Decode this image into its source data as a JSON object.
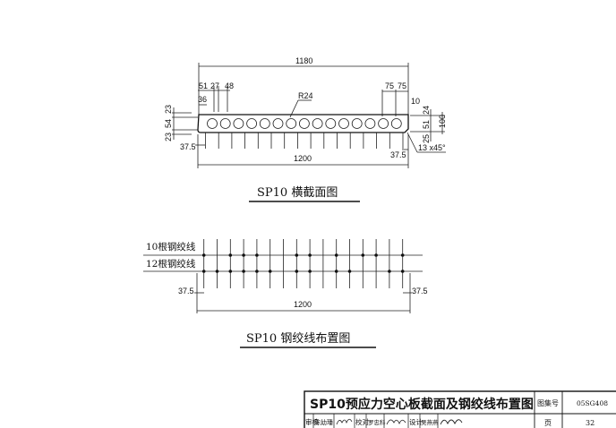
{
  "section": {
    "title": "SP10 横截面图",
    "dims": {
      "top_width": "1180",
      "bottom_width": "1200",
      "d51": "51",
      "d27": "27",
      "d48": "48",
      "d36": "36",
      "radius": "R24",
      "d75a": "75",
      "d75b": "75",
      "d10": "10",
      "left_23a": "23",
      "left_54": "54",
      "left_23b": "23",
      "right_24": "24",
      "right_51": "51",
      "right_25": "25",
      "right_100": "100",
      "left_37_5": "37.5",
      "right_37_5": "37.5",
      "chamfer": "13 x45°"
    },
    "hole_count": 15
  },
  "strands": {
    "title": "SP10 钢绞线布置图",
    "row1_label": "10根钢绞线",
    "row2_label": "12根钢绞线",
    "left_37_5": "37.5",
    "right_37_5": "37.5",
    "width": "1200",
    "row1_columns": [
      0,
      2,
      3,
      4,
      7,
      8,
      10,
      12,
      13,
      15
    ],
    "row2_columns": [
      0,
      1,
      2,
      3,
      4,
      5,
      7,
      8,
      10,
      11,
      14,
      15
    ]
  },
  "title_block": {
    "drawing_title": "SP10预应力空心板截面及钢绞线布置图",
    "atlas_no_label": "图集号",
    "atlas_no": "05SG408",
    "reviewer_label": "审核",
    "reviewer": "陈幼璠",
    "checker_label": "校对",
    "checker": "罗忠科",
    "designer_label": "设计",
    "designer": "吴燕燕",
    "page_label": "页",
    "page": "32"
  }
}
